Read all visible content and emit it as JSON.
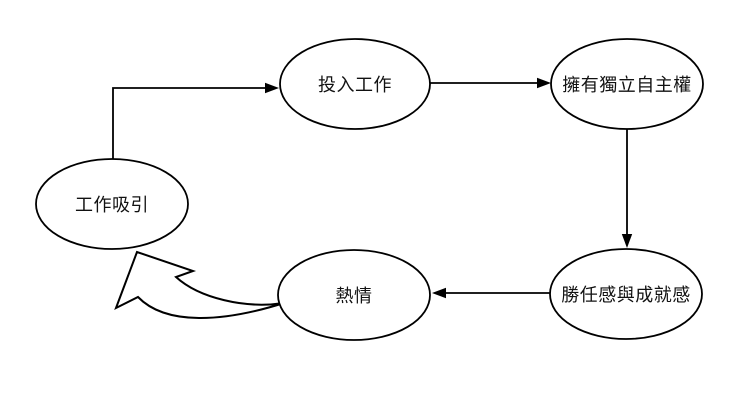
{
  "diagram": {
    "title": "work-passion-cycle-flowchart",
    "background_color": "#ffffff",
    "stroke_color": "#000000",
    "text_color": "#111111",
    "nodes": [
      {
        "id": "work-attraction",
        "label": "工作吸引"
      },
      {
        "id": "engage-work",
        "label": "投入工作"
      },
      {
        "id": "autonomy",
        "label": "擁有獨立自主權"
      },
      {
        "id": "competence-achievement",
        "label": "勝任感與成就感"
      },
      {
        "id": "passion",
        "label": "熱情"
      }
    ],
    "edges": [
      {
        "from": "work-attraction",
        "to": "engage-work",
        "style": "elbow",
        "arrowhead": "filled-triangle"
      },
      {
        "from": "engage-work",
        "to": "autonomy",
        "style": "straight",
        "arrowhead": "filled-triangle"
      },
      {
        "from": "autonomy",
        "to": "competence-achievement",
        "style": "straight",
        "arrowhead": "filled-triangle"
      },
      {
        "from": "competence-achievement",
        "to": "passion",
        "style": "straight",
        "arrowhead": "filled-triangle"
      },
      {
        "from": "passion",
        "to": "work-attraction",
        "style": "curved-hollow",
        "arrowhead": "hollow-barbed"
      }
    ]
  }
}
